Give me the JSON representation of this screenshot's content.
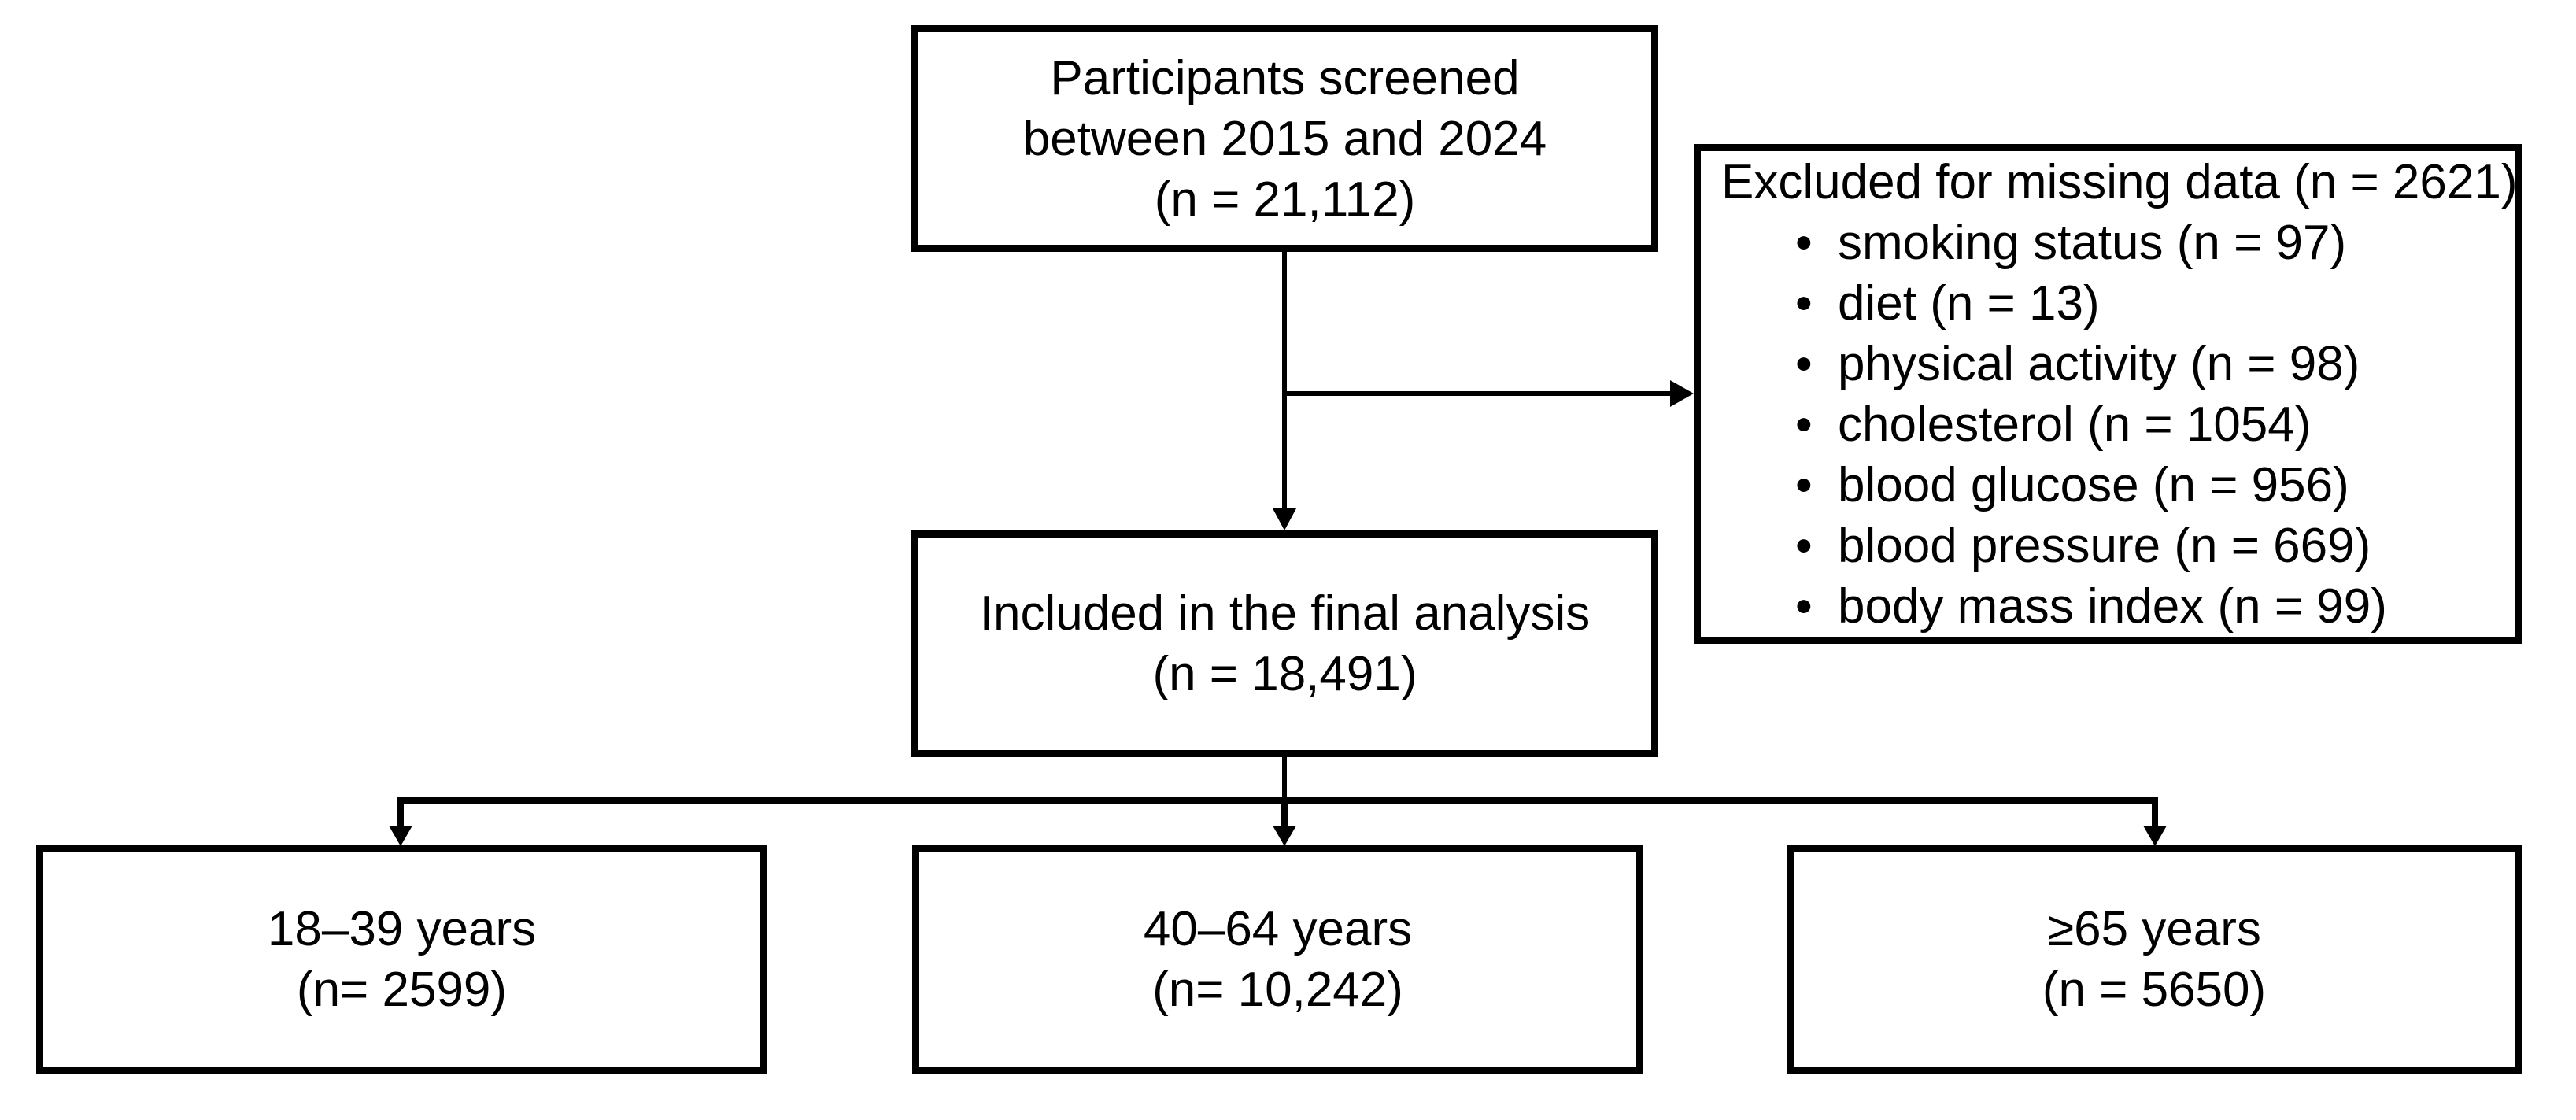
{
  "flow": {
    "screened": {
      "lines": [
        "Participants screened",
        "between 2015 and 2024",
        "(n = 21,112)"
      ]
    },
    "excluded": {
      "header": "Excluded for missing data (n = 2621)",
      "bullet": "•",
      "items": [
        "smoking status (n = 97)",
        "diet (n = 13)",
        "physical activity (n = 98)",
        "cholesterol (n = 1054)",
        "blood glucose (n = 956)",
        "blood pressure (n = 669)",
        "body mass index (n = 99)"
      ]
    },
    "included": {
      "lines": [
        "Included in the final analysis",
        "(n = 18,491)"
      ]
    },
    "age_groups": [
      {
        "lines": [
          "18–39 years",
          "(n= 2599)"
        ]
      },
      {
        "lines": [
          "40–64 years",
          "(n= 10,242)"
        ]
      },
      {
        "lines": [
          "≥65 years",
          "(n = 5650)"
        ]
      }
    ],
    "colors": {
      "line": "#000000",
      "background": "#ffffff",
      "text": "#000000"
    }
  }
}
